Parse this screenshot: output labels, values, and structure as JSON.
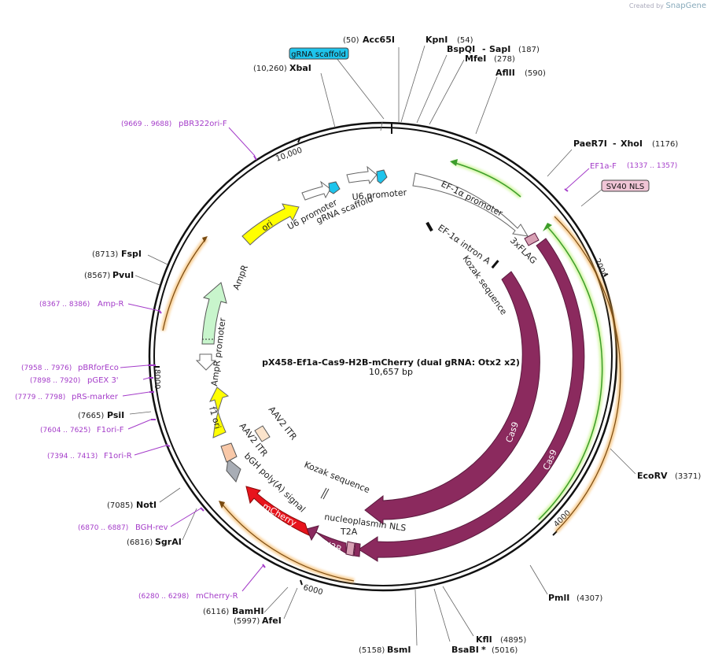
{
  "credit": {
    "prefix": "Created by",
    "brand": "SnapGene"
  },
  "plasmid": {
    "name": "pX458-Ef1a-Cas9-H2B-mCherry (dual gRNA: Otx2 x2)",
    "length": "10,657 bp"
  },
  "ticks": [
    "10,000",
    "2000",
    "4000",
    "6000",
    "8000"
  ],
  "enzymes": [
    {
      "name": "Acc65I",
      "pos": "(50)"
    },
    {
      "name": "KpnI",
      "pos": "(54)"
    },
    {
      "name": "BspQI",
      "pos": "(187)"
    },
    {
      "name": "SapI",
      "pos": ""
    },
    {
      "name": "MfeI",
      "pos": "(278)"
    },
    {
      "name": "AflII",
      "pos": "(590)"
    },
    {
      "name": "XbaI",
      "pos": "(10,260)"
    },
    {
      "name": "PaeR7I",
      "pos": "(1176)"
    },
    {
      "name": "XhoI",
      "pos": ""
    },
    {
      "name": "FspI",
      "pos": "(8713)"
    },
    {
      "name": "PvuI",
      "pos": "(8567)"
    },
    {
      "name": "PsiI",
      "pos": "(7665)"
    },
    {
      "name": "NotI",
      "pos": "(7085)"
    },
    {
      "name": "SgrAI",
      "pos": "(6816)"
    },
    {
      "name": "BamHI",
      "pos": "(6116)"
    },
    {
      "name": "AfeI",
      "pos": "(5997)"
    },
    {
      "name": "BsmI",
      "pos": "(5158)"
    },
    {
      "name": "BsaBI",
      "pos": "(5016)"
    },
    {
      "name": "KflI",
      "pos": "(4895)"
    },
    {
      "name": "PmlI",
      "pos": "(4307)"
    },
    {
      "name": "EcoRV",
      "pos": "(3371)"
    }
  ],
  "primers": [
    {
      "name": "pBR322ori-F",
      "pos": "(9669 .. 9688)"
    },
    {
      "name": "EF1a-F",
      "pos": "(1337 .. 1357)"
    },
    {
      "name": "Amp-R",
      "pos": "(8367 .. 8386)"
    },
    {
      "name": "pBRforEco",
      "pos": "(7958 .. 7976)"
    },
    {
      "name": "pGEX 3'",
      "pos": "(7898 .. 7920)"
    },
    {
      "name": "pRS-marker",
      "pos": "(7779 .. 7798)"
    },
    {
      "name": "F1ori-F",
      "pos": "(7604 .. 7625)"
    },
    {
      "name": "F1ori-R",
      "pos": "(7394 .. 7413)"
    },
    {
      "name": "BGH-rev",
      "pos": "(6870 .. 6887)"
    },
    {
      "name": "mCherry-R",
      "pos": "(6280 .. 6298)"
    }
  ],
  "boxes": {
    "grna": "gRNA scaffold",
    "sv40": "SV40 NLS"
  },
  "features": {
    "u6a": "U6 promoter",
    "u6b": "U6 promoter",
    "grna": "gRNA scaffold",
    "ef1a": "EF-1α promoter",
    "intron": "EF-1α intron A",
    "flag": "3xFLAG",
    "kozak1": "Kozak sequence",
    "cas9a": "Cas9",
    "cas9b": "Cas9",
    "kozak2": "Kozak sequence",
    "nls": "nucleoplasmin NLS",
    "t2a": "T2A",
    "h2b": "H2B",
    "mcherry": "mCherry",
    "bgh": "bGH poly(A) signal",
    "itr1": "AAV2 ITR",
    "itr2": "AAV2 ITR",
    "f1": "f1 ori",
    "ampprom": "AmpR promoter",
    "ampr": "AmpR",
    "ori": "ori"
  },
  "colors": {
    "cas9": "#8b2a5e",
    "mcherry": "#e8141c",
    "ori": "#ffff00",
    "f1": "#ffff00",
    "ampr": "#c8f5cc",
    "grna": "#1ec4ec",
    "primer": "#a43cc9",
    "enhancer": "#f3a63a",
    "arrowgreen": "#3c9d2a"
  }
}
